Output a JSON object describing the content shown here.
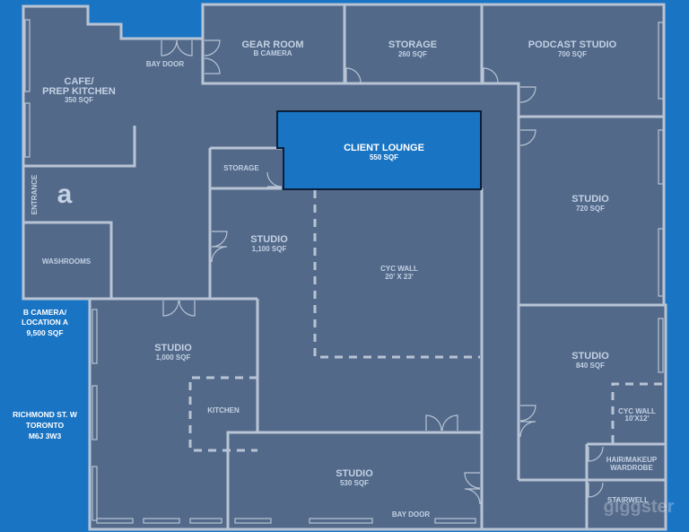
{
  "colors": {
    "background": "#1a74c4",
    "floor": "#52698a",
    "wall": "#b8c4d4",
    "highlight": "#1a74c4"
  },
  "rooms": {
    "cafe": {
      "name_line1": "CAFE/",
      "name_line2": "PREP KITCHEN",
      "area": "350 SQF"
    },
    "bay_door_top": {
      "label": "BAY DOOR"
    },
    "gear_room": {
      "name": "GEAR ROOM",
      "sub": "B CAMERA"
    },
    "storage_top": {
      "name": "STORAGE",
      "area": "260 SQF"
    },
    "podcast_studio": {
      "name": "PODCAST STUDIO",
      "area": "700 SQF"
    },
    "client_lounge": {
      "name": "CLIENT LOUNGE",
      "area": "550 SQF"
    },
    "storage_small": {
      "name": "STORAGE"
    },
    "entrance": {
      "label": "ENTRANCE"
    },
    "washrooms": {
      "name": "WASHROOMS"
    },
    "studio_1100": {
      "name": "STUDIO",
      "area": "1,100 SQF"
    },
    "cyc_wall_main": {
      "name": "CYC WALL",
      "dims": "20' X 23'"
    },
    "studio_720": {
      "name": "STUDIO",
      "area": "720 SQF"
    },
    "studio_1000": {
      "name": "STUDIO",
      "area": "1,000 SQF"
    },
    "kitchen": {
      "name": "KITCHEN"
    },
    "studio_840": {
      "name": "STUDIO",
      "area": "840 SQF"
    },
    "cyc_wall_small": {
      "name": "CYC WALL",
      "dims": "10'X12'"
    },
    "hair_makeup": {
      "line1": "HAIR/MAKEUP",
      "line2": "WARDROBE"
    },
    "studio_530": {
      "name": "STUDIO",
      "area": "530 SQF"
    },
    "bay_door_bottom": {
      "label": "BAY DOOR"
    },
    "stairwell": {
      "name": "STAIRWELL"
    }
  },
  "location": {
    "line1": "B CAMERA/",
    "line2": "LOCATION A",
    "line3": "9,500 SQF"
  },
  "address": {
    "line1": "RICHMOND ST. W",
    "line2": "TORONTO",
    "line3": "M6J 3W3"
  },
  "logo": {
    "letter": "a",
    "watermark": "giggster"
  }
}
